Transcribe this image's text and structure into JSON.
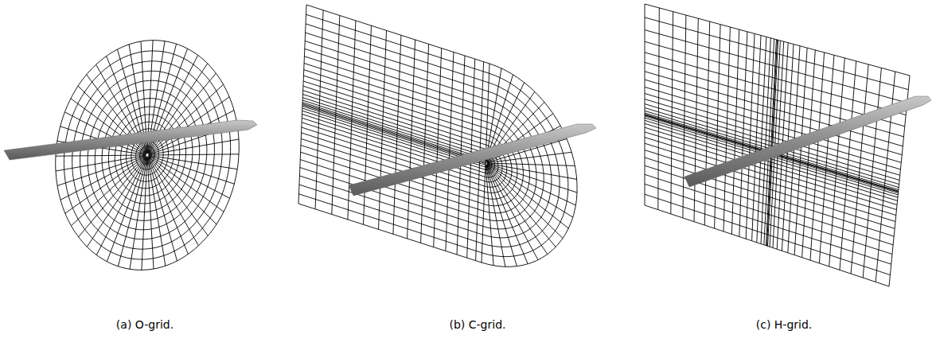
{
  "diagram": {
    "labels": [
      "(a) O-grid.",
      "(b) C-grid.",
      "(c) H-grid."
    ]
  }
}
